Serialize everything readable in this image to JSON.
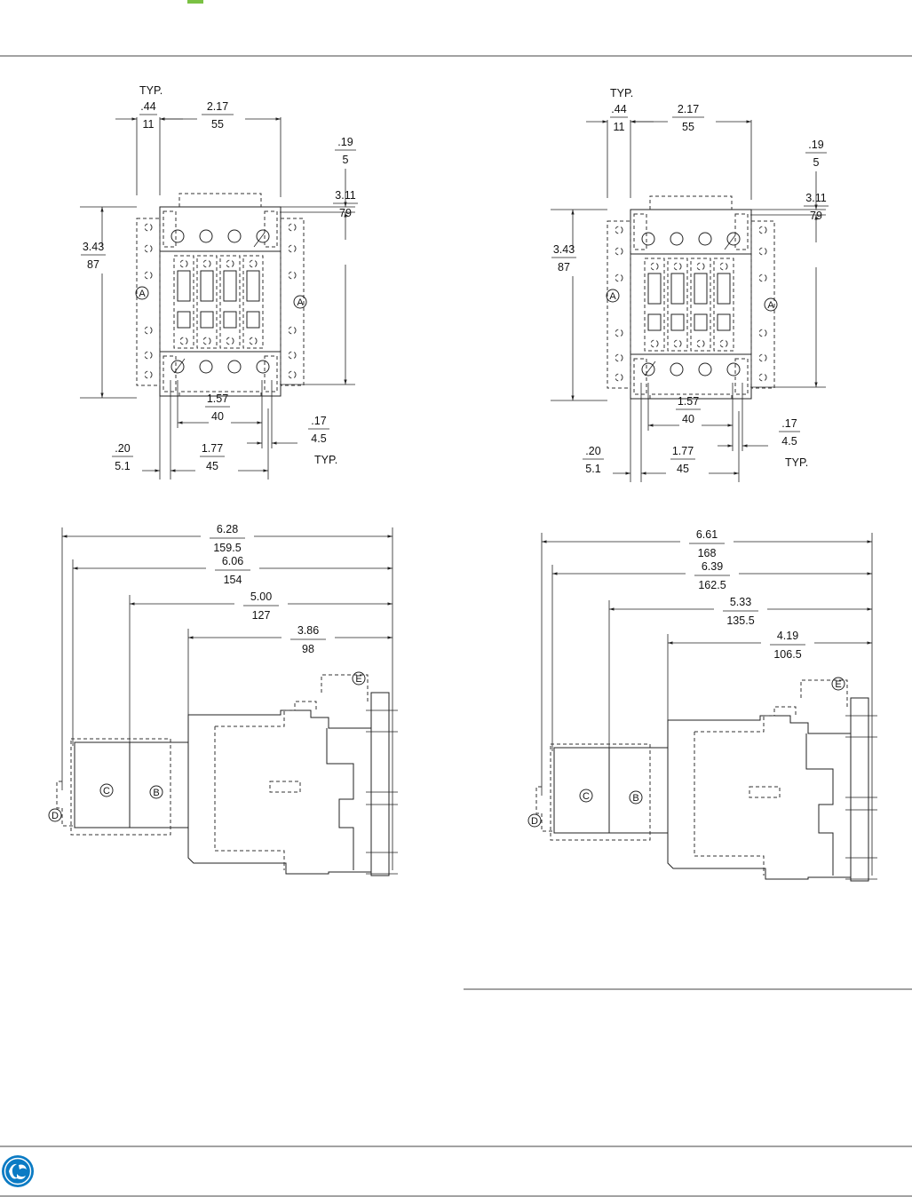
{
  "colors": {
    "line": "#222222",
    "rule": "#444444",
    "accent": "#7ac143",
    "logo": "#0b7bc4"
  },
  "views": [
    {
      "top": {
        "typ_top": "TYP.",
        "d044": [
          ".44",
          "11"
        ],
        "d217": [
          "2.17",
          "55"
        ],
        "d019": [
          ".19",
          "5"
        ],
        "d311": [
          "3.11",
          "79"
        ],
        "d343": [
          "3.43",
          "87"
        ],
        "d157": [
          "1.57",
          "40"
        ],
        "d017": [
          ".17",
          "4.5"
        ],
        "d020": [
          ".20",
          "5.1"
        ],
        "d177": [
          "1.77",
          "45"
        ],
        "typ_bottom": "TYP.",
        "callouts": [
          "A",
          "A"
        ]
      },
      "side": {
        "dims": [
          [
            "6.28",
            "159.5"
          ],
          [
            "6.06",
            "154"
          ],
          [
            "5.00",
            "127"
          ],
          [
            "3.86",
            "98"
          ]
        ],
        "callouts": [
          "B",
          "C",
          "D",
          "E"
        ]
      }
    },
    {
      "top": {
        "typ_top": "TYP.",
        "d044": [
          ".44",
          "11"
        ],
        "d217": [
          "2.17",
          "55"
        ],
        "d019": [
          ".19",
          "5"
        ],
        "d311": [
          "3.11",
          "79"
        ],
        "d343": [
          "3.43",
          "87"
        ],
        "d157": [
          "1.57",
          "40"
        ],
        "d017": [
          ".17",
          "4.5"
        ],
        "d020": [
          ".20",
          "5.1"
        ],
        "d177": [
          "1.77",
          "45"
        ],
        "typ_bottom": "TYP.",
        "callouts": [
          "A",
          "A"
        ]
      },
      "side": {
        "dims": [
          [
            "6.61",
            "168"
          ],
          [
            "6.39",
            "162.5"
          ],
          [
            "5.33",
            "135.5"
          ],
          [
            "4.19",
            "106.5"
          ]
        ],
        "callouts": [
          "B",
          "C",
          "D",
          "E"
        ]
      }
    }
  ]
}
